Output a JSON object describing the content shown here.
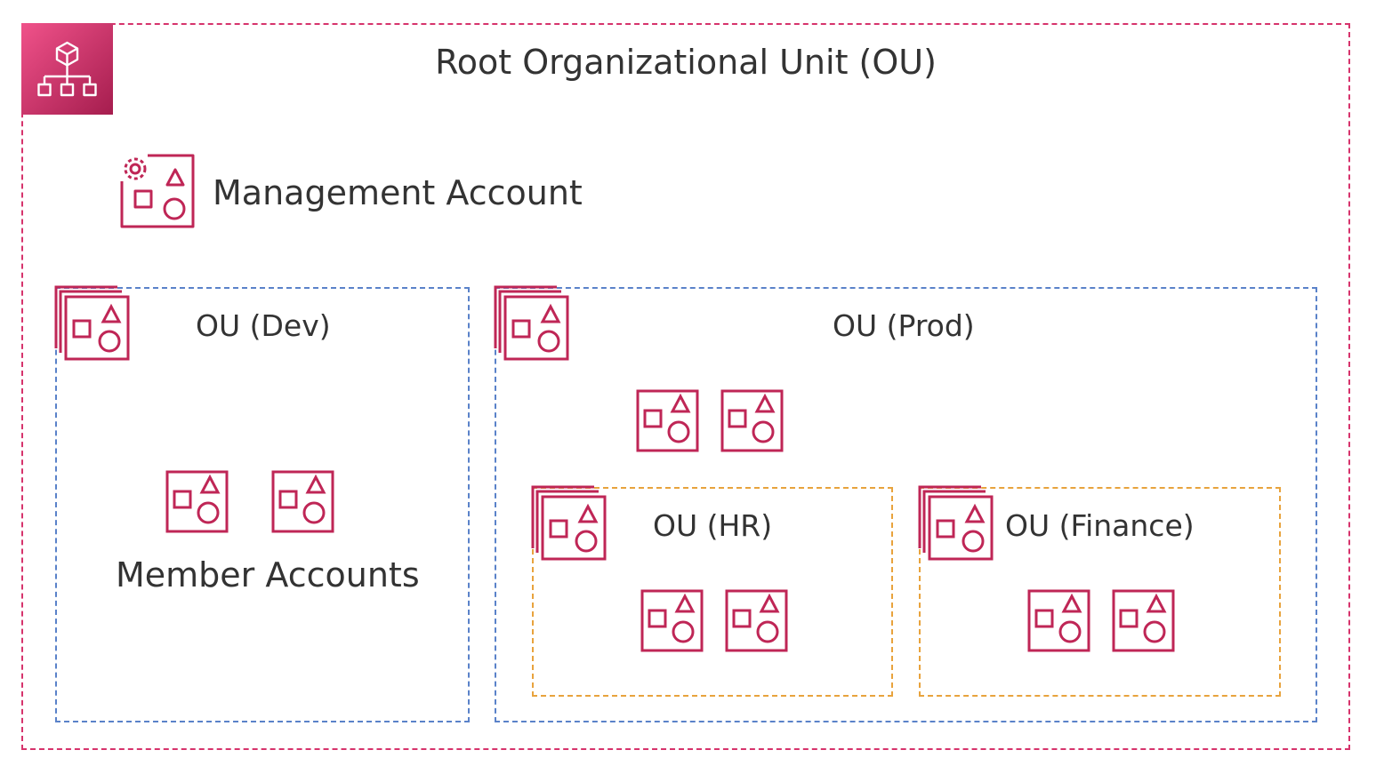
{
  "root": {
    "title": "Root Organizational Unit (OU)",
    "icon": "organizations-icon"
  },
  "management": {
    "title": "Management Account",
    "icon": "management-account-icon"
  },
  "ous": {
    "dev": {
      "title": "OU (Dev)",
      "caption": "Member Accounts"
    },
    "prod": {
      "title": "OU (Prod)"
    },
    "hr": {
      "title": "OU (HR)"
    },
    "finance": {
      "title": "OU (Finance)"
    }
  },
  "colors": {
    "root_border": "#d6336c",
    "ou_border": "#5a82c9",
    "nested_ou_border": "#e8a33d",
    "icon_stroke": "#bf2656",
    "text": "#333333"
  }
}
